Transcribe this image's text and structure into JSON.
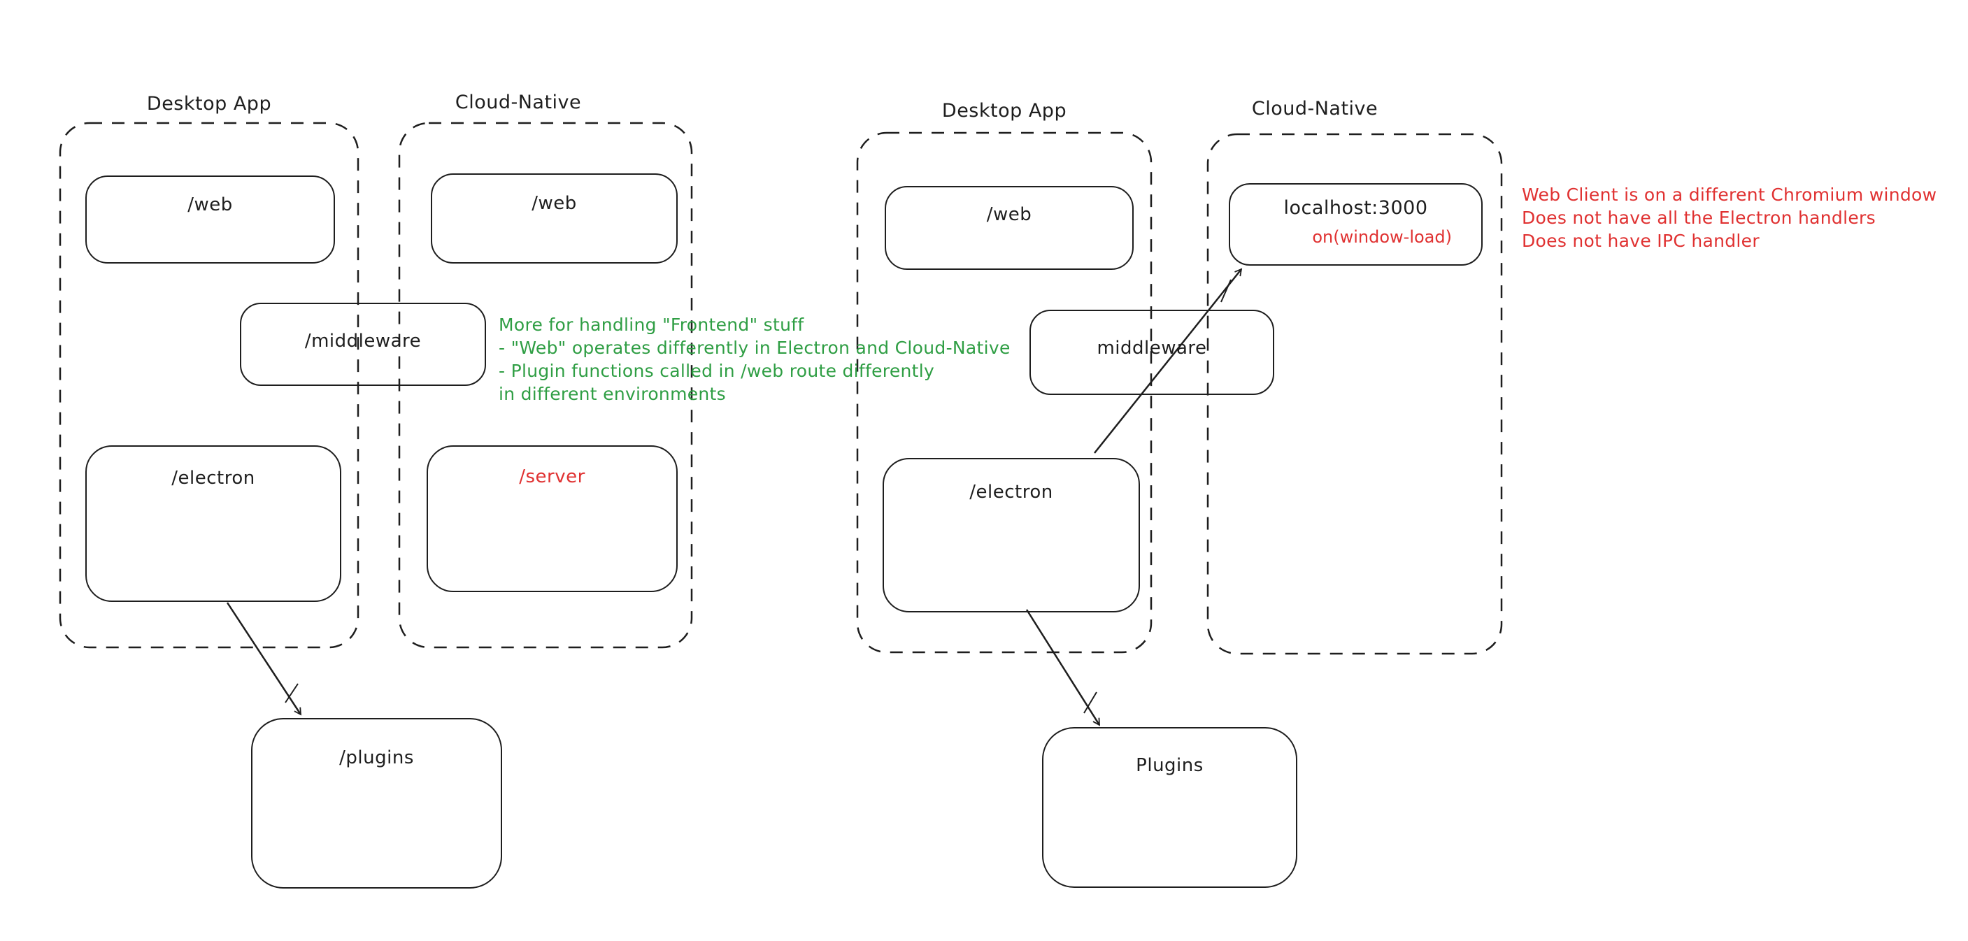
{
  "colors": {
    "stroke": "#1e1e1e",
    "green": "#2f9e44",
    "red": "#e03131",
    "background": "#ffffff"
  },
  "left": {
    "desktop_label": "Desktop App",
    "cloud_label": "Cloud-Native",
    "web_desktop": "/web",
    "web_cloud": "/web",
    "middleware": "/middleware",
    "electron": "/electron",
    "server": "/server",
    "plugins": "/plugins"
  },
  "right": {
    "desktop_label": "Desktop App",
    "cloud_label": "Cloud-Native",
    "web": "/web",
    "localhost": "localhost:3000",
    "window_load": "on(window-load)",
    "middleware": "middleware",
    "electron": "/electron",
    "plugins": "Plugins"
  },
  "annotations": {
    "green": {
      "color": "#2f9e44",
      "lines": [
        "More for handling \"Frontend\" stuff",
        "- \"Web\" operates differently in Electron and Cloud-Native",
        "- Plugin functions called in /web route differently",
        "in different environments"
      ]
    },
    "red": {
      "color": "#e03131",
      "lines": [
        "Web Client is on a different Chromium window",
        "Does not have all the Electron handlers",
        "Does not have IPC handler"
      ]
    }
  }
}
